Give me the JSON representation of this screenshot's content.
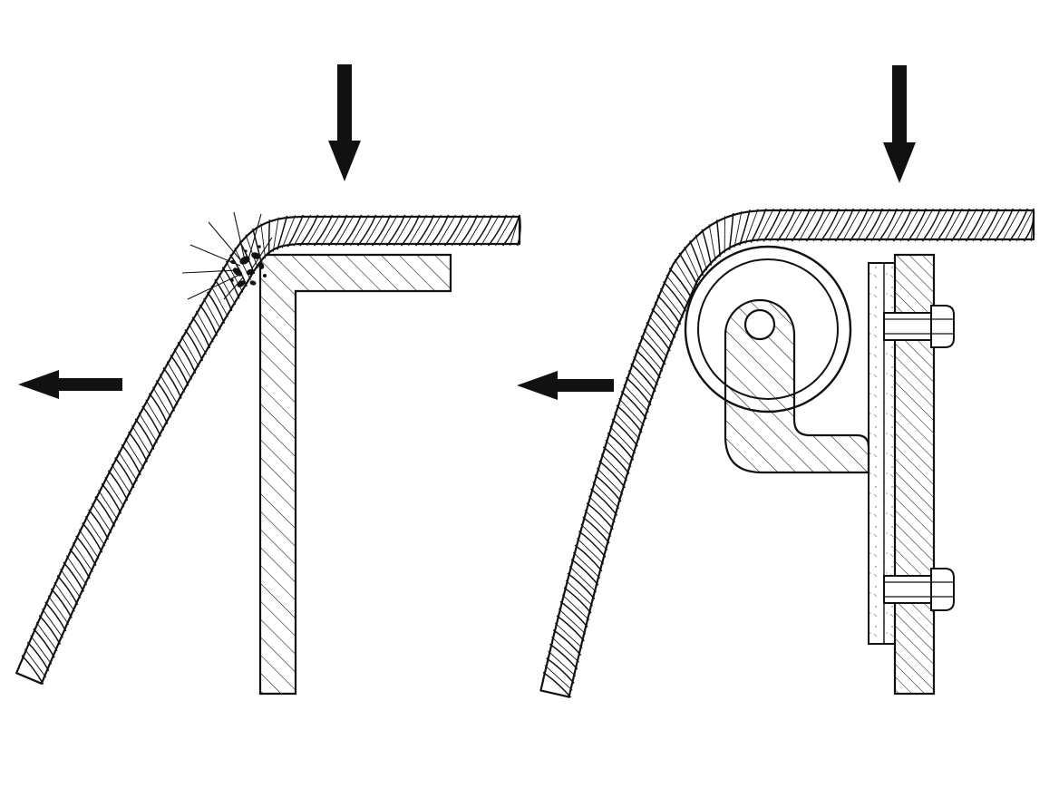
{
  "figure": {
    "panels": [
      {
        "name": "rope-over-sharp-angle",
        "hazard": "rope-damage"
      },
      {
        "name": "rope-over-pulley"
      }
    ]
  },
  "colors": {
    "ink": "#111111",
    "paper": "#ffffff"
  },
  "icons": [
    "down-arrow",
    "left-arrow",
    "damage-burst",
    "bolt",
    "pulley-axle"
  ]
}
